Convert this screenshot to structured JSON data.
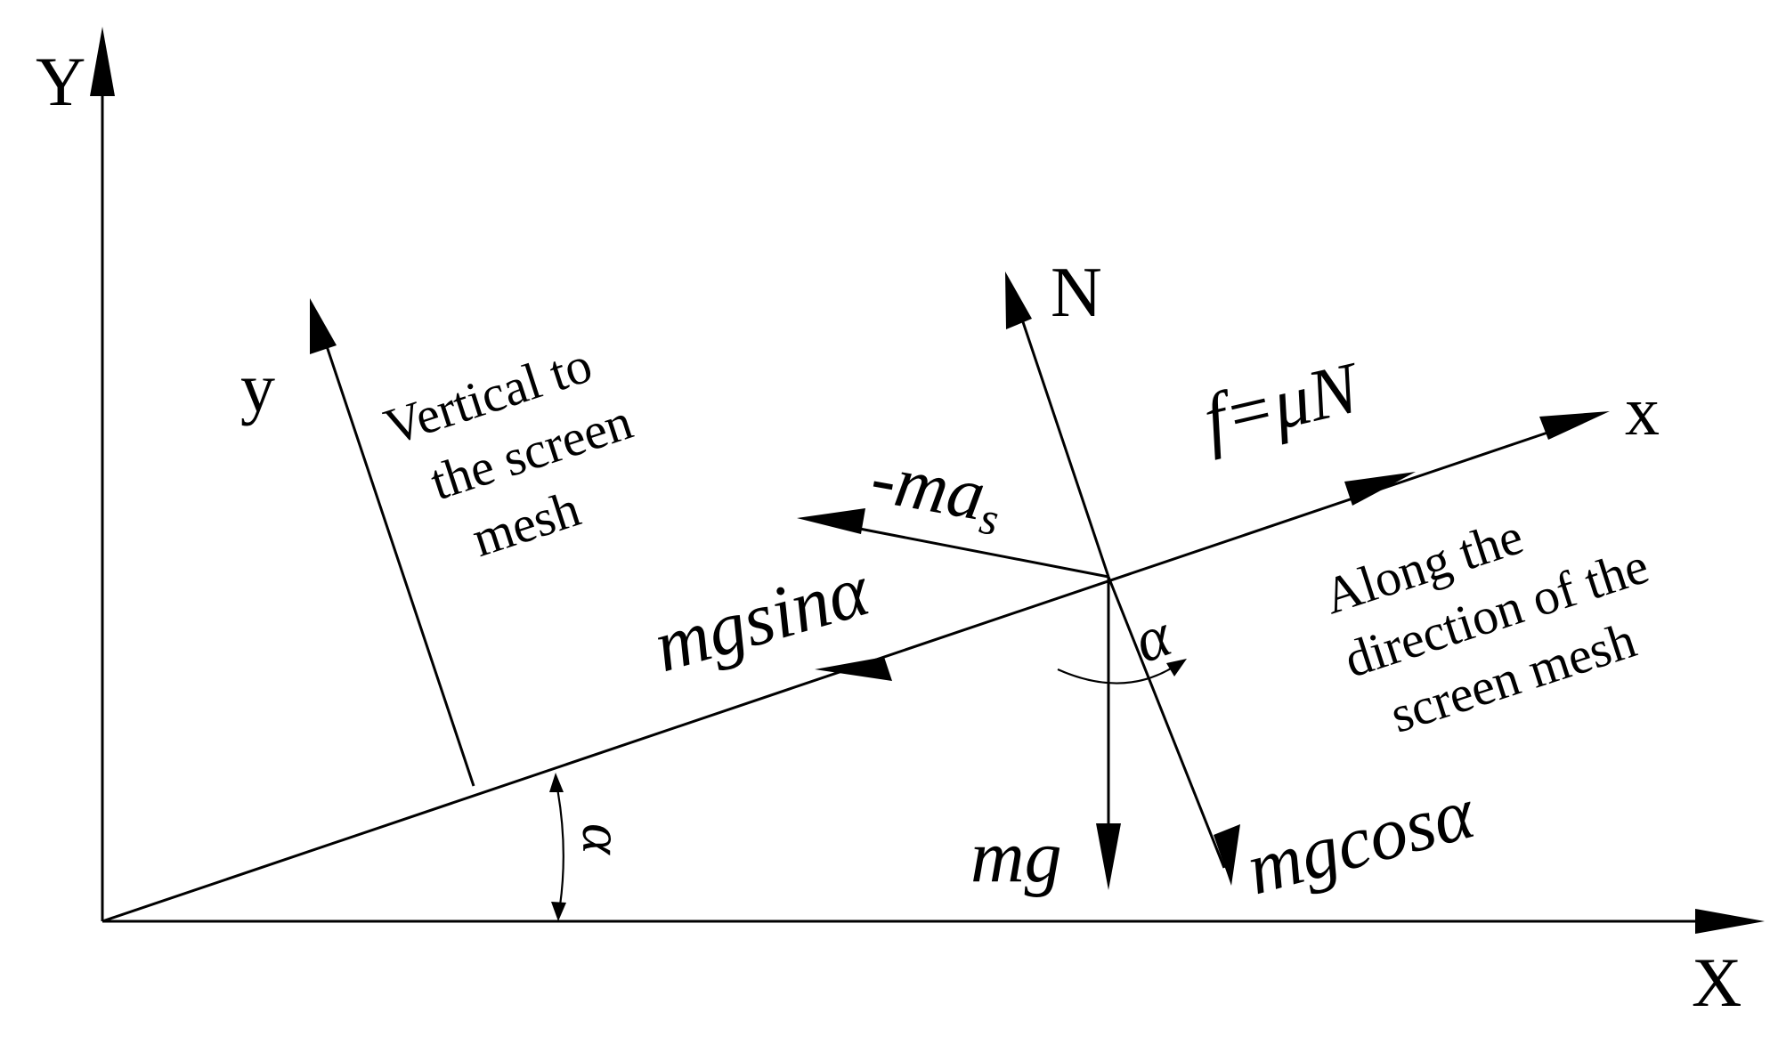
{
  "axes": {
    "global_y": "Y",
    "global_x": "X",
    "local_y": "y",
    "local_x": "x"
  },
  "annotations": {
    "vertical_line1": "Vertical to",
    "vertical_line2": "the screen",
    "vertical_line3": "mesh",
    "along_line1": "Along the",
    "along_line2": "direction of the",
    "along_line3": "screen mesh"
  },
  "forces": {
    "normal": "N",
    "friction": "f=μN",
    "inertial_main": "-ma",
    "inertial_sub": "s",
    "gravity_parallel": "mgsinα",
    "gravity": "mg",
    "gravity_perpendicular": "mgcosα"
  },
  "angles": {
    "incline_angle": "α",
    "force_angle": "α"
  },
  "colors": {
    "ink": "#000000",
    "background": "#ffffff"
  }
}
